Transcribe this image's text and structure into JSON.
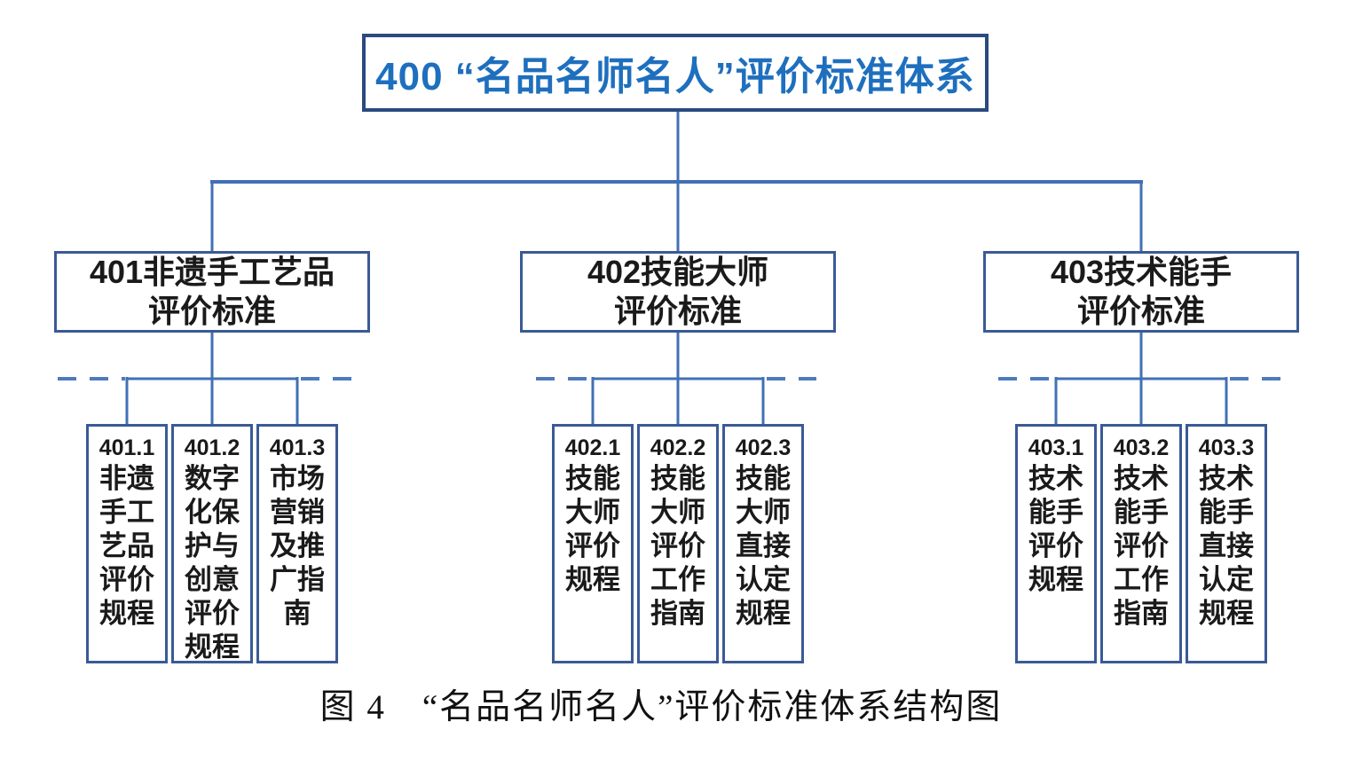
{
  "colors": {
    "connector_blue": "#4170B4",
    "dash_blue": "#4F7ABE",
    "root_border": "#2B4A7E",
    "root_text_blue": "#1E6FBE",
    "box_border": "#3A5A96",
    "box_text": "#1a1a1a"
  },
  "root": {
    "label": "400 “名品名师名人”评价标准体系"
  },
  "branches": [
    {
      "label": "401非遗手工艺品\n评价标准",
      "children": [
        {
          "code": "401.1",
          "title": "非遗\n手工\n艺品\n评价\n规程"
        },
        {
          "code": "401.2",
          "title": "数字\n化保\n护与\n创意\n评价\n规程"
        },
        {
          "code": "401.3",
          "title": "市场\n营销\n及推\n广指\n南"
        }
      ]
    },
    {
      "label": "402技能大师\n评价标准",
      "children": [
        {
          "code": "402.1",
          "title": "技能\n大师\n评价\n规程"
        },
        {
          "code": "402.2",
          "title": "技能\n大师\n评价\n工作\n指南"
        },
        {
          "code": "402.3",
          "title": "技能\n大师\n直接\n认定\n规程"
        }
      ]
    },
    {
      "label": "403技术能手\n评价标准",
      "children": [
        {
          "code": "403.1",
          "title": "技术\n能手\n评价\n规程"
        },
        {
          "code": "403.2",
          "title": "技术\n能手\n评价\n工作\n指南"
        },
        {
          "code": "403.3",
          "title": "技术\n能手\n直接\n认定\n规程"
        }
      ]
    }
  ],
  "caption": "图 4　“名品名师名人”评价标准体系结构图"
}
